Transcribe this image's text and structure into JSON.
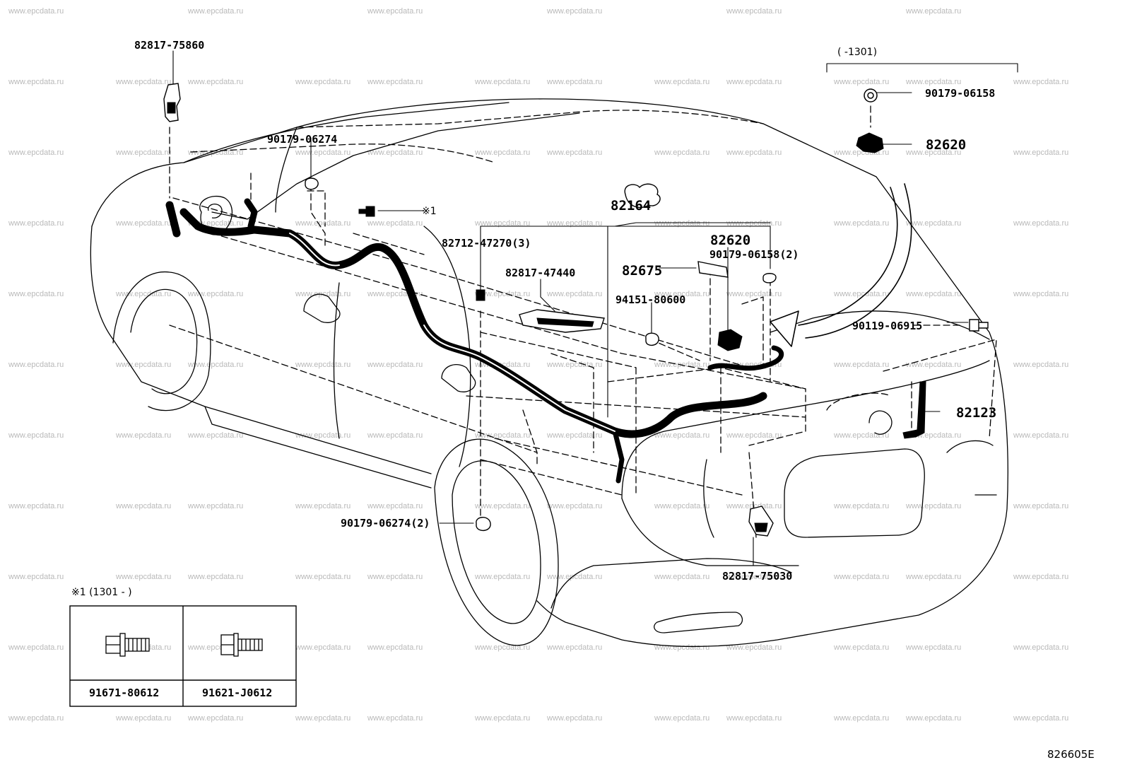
{
  "watermark": "www.epcdata.ru",
  "code_note": "(      -1301)",
  "bolt_note": "※1 (1301 -      )",
  "mark_x1": "※1",
  "figure_ref": "826605E",
  "labels": {
    "p82817_75860": "82817-75860",
    "p90179_06274": "90179-06274",
    "p90179_06158": "90179-06158",
    "p82620_top": "82620",
    "p82164": "82164",
    "p82712_47270": "82712-47270(3)",
    "p82620_mid": "82620",
    "p90179_06158_2": "90179-06158(2)",
    "p82817_47440": "82817-47440",
    "p82675": "82675",
    "p94151_80600": "94151-80600",
    "p90119_06915": "90119-06915",
    "p82123": "82123",
    "p90179_06274_2": "90179-06274(2)",
    "p82817_75030": "82817-75030"
  },
  "bolt_table": [
    "91671-80612",
    "91621-J0612"
  ]
}
